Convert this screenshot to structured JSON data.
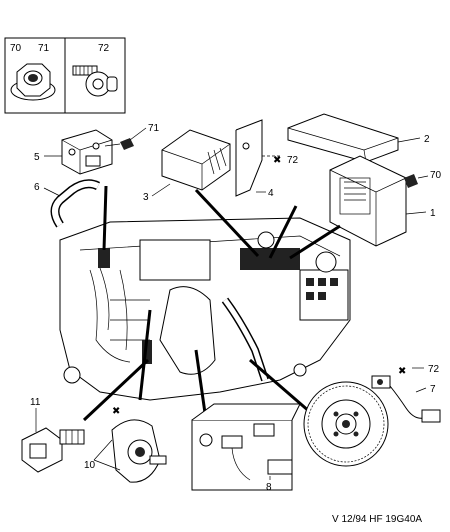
{
  "header_box": {
    "labels": [
      "70",
      "71",
      "72"
    ]
  },
  "callouts": {
    "c1": "1",
    "c2": "2",
    "c3": "3",
    "c4": "4",
    "c5": "5",
    "c6": "6",
    "c7": "7",
    "c8": "8",
    "c10": "10",
    "c11": "11",
    "c70": "70",
    "c71": "71",
    "c72a": "72",
    "c72b": "72"
  },
  "caption": "V 12/94 HF 19G40A"
}
